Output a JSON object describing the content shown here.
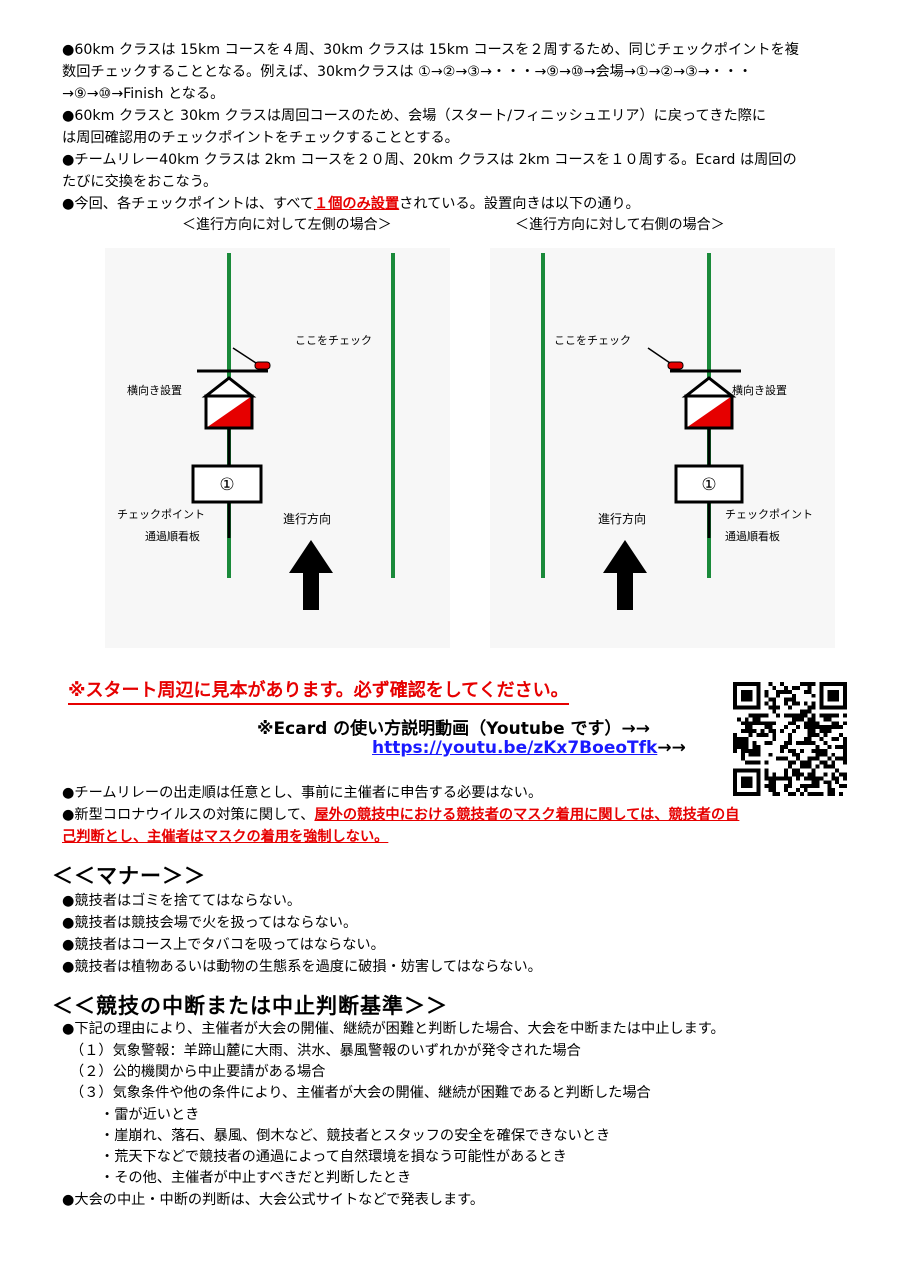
{
  "intro": {
    "p1_line1": "●60km クラスは 15km コースを４周、30km クラスは 15km コースを２周するため、同じチェックポイントを複",
    "p1_line2": "数回チェックすることとなる。例えば、30kmクラスは ①→②→③→・・・→⑨→⑩→会場→①→②→③→・・・",
    "p1_line3": "→⑨→⑩→Finish となる。",
    "p2_line1": "●60km クラスと 30km クラスは周回コースのため、会場（スタート/フィニッシュエリア）に戻ってきた際に",
    "p2_line2": "は周回確認用のチェックポイントをチェックすることとする。",
    "p3_line1": "●チームリレー40km クラスは 2km コースを２０周、20km クラスは 2km コースを１０周する。Ecard は周回の",
    "p3_line2": "たびに交換をおこなう。",
    "p4_pre": "●今回、各チェックポイントは、すべて",
    "p4_emph": "１個のみ設置",
    "p4_post": "されている。設置向きは以下の通り。"
  },
  "diagrams": {
    "left": {
      "caption": "＜進行方向に対して左側の場合＞",
      "check_here": "ここをチェック",
      "sideways": "横向き設置",
      "number": "①",
      "board_line1": "チェックポイント",
      "board_line2": "通過順看板",
      "direction": "進行方向"
    },
    "right": {
      "caption": "＜進行方向に対して右側の場合＞",
      "check_here": "ここをチェック",
      "sideways": "横向き設置",
      "number": "①",
      "board_line1": "チェックポイント",
      "board_line2": "通過順看板",
      "direction": "進行方向"
    }
  },
  "notice": {
    "sample": "※スタート周辺に見本があります。必ず確認をしてください。",
    "video_label": "※Ecard の使い方説明動画（Youtube です）→→",
    "video_url": "https://youtu.be/zKx7BoeoTfk",
    "video_arrow": "→→"
  },
  "notes": {
    "relay": "●チームリレーの出走順は任意とし、事前に主催者に申告する必要はない。",
    "covid_pre": "●新型コロナウイルスの対策に関して、",
    "covid_emph1": "屋外の競技中における競技者のマスク着用に関しては、競技者の自",
    "covid_emph2": "己判断とし、主催者はマスクの着用を強制しない。"
  },
  "manners": {
    "heading": "＜＜マナー＞＞",
    "items": [
      "●競技者はゴミを捨ててはならない。",
      "●競技者は競技会場で火を扱ってはならない。",
      "●競技者はコース上でタバコを吸ってはならない。",
      "●競技者は植物あるいは動物の生態系を過度に破損・妨害してはならない。"
    ]
  },
  "suspension": {
    "heading": "＜＜競技の中断または中止判断基準＞＞",
    "intro": "●下記の理由により、主催者が大会の開催、継続が困難と判断した場合、大会を中断または中止します。",
    "items": [
      "（１）気象警報：羊蹄山麓に大雨、洪水、暴風警報のいずれかが発令された場合",
      "（２）公的機関から中止要請がある場合",
      "（３）気象条件や他の条件により、主催者が大会の開催、継続が困難であると判断した場合"
    ],
    "subitems": [
      "・雷が近いとき",
      "・崖崩れ、落石、暴風、倒木など、競技者とスタッフの安全を確保できないとき",
      "・荒天下などで競技者の通過によって自然環境を損なう可能性があるとき",
      "・その他、主催者が中止すべきだと判断したとき"
    ],
    "announce": "●大会の中止・中断の判断は、大会公式サイトなどで発表します。"
  },
  "colors": {
    "accent_red": "#e60000",
    "track_green": "#1a8a3a",
    "link_blue": "#1a1aff"
  },
  "icons": {
    "qr": "qr-code-icon",
    "arrow": "up-arrow-icon",
    "control_flag": "control-flag-icon"
  }
}
